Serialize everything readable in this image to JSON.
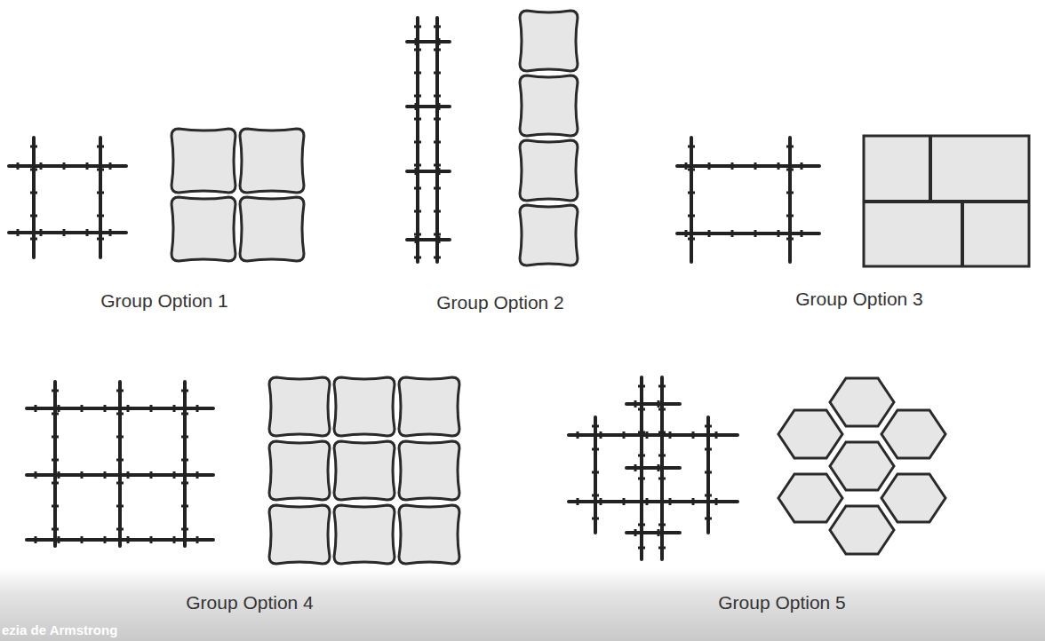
{
  "diagram": {
    "labels": [
      "Group Option 1",
      "Group Option 2",
      "Group Option 3",
      "Group Option 4",
      "Group Option 5",
      "ezia de Armstrong"
    ]
  }
}
